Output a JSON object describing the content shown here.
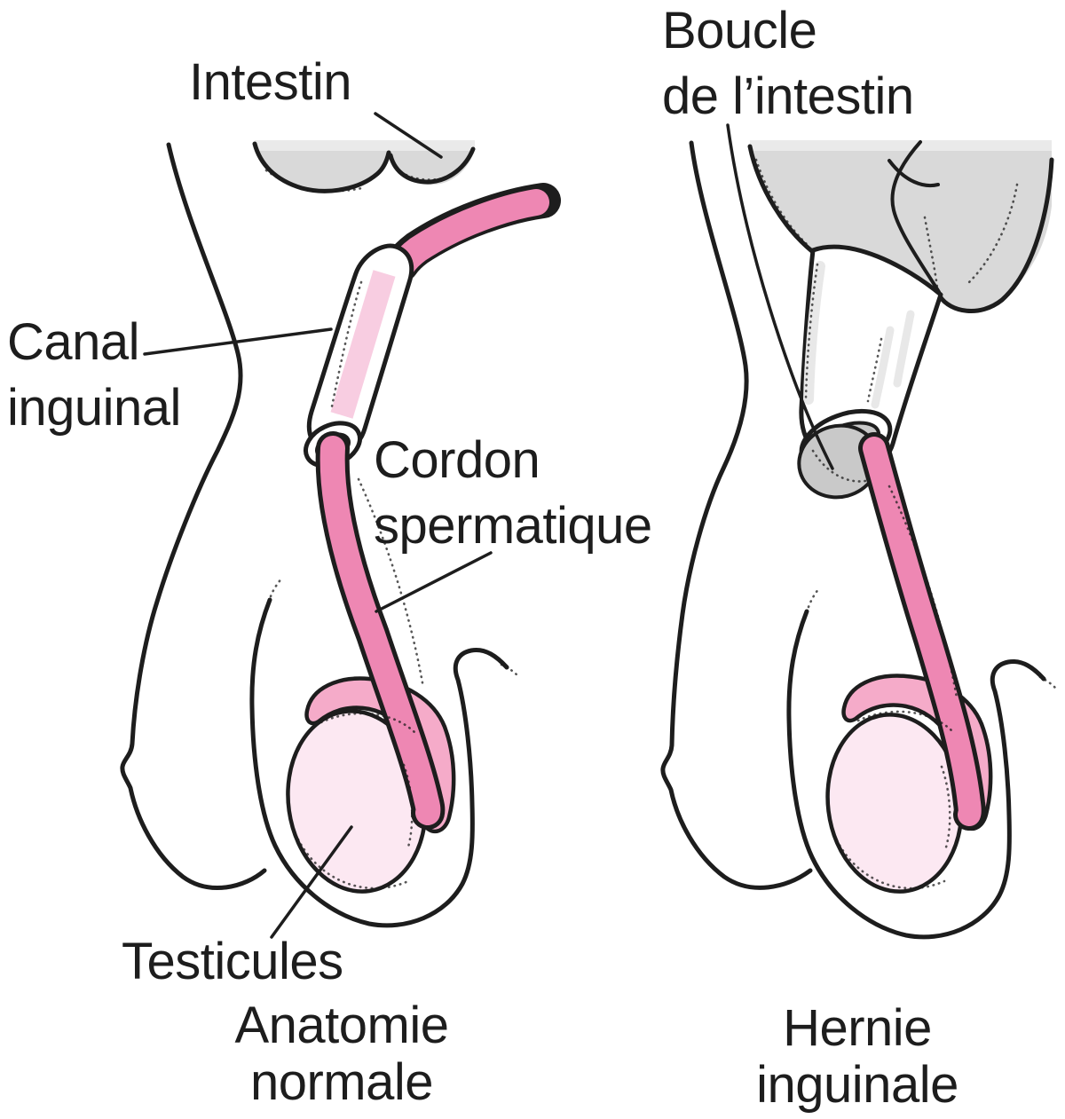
{
  "diagram": {
    "left_figure": {
      "caption": "Anatomie\nnormale",
      "labels": {
        "intestin": "Intestin",
        "canal": "Canal\ninguinal",
        "cordon": "Cordon\nspermatique",
        "testicules": "Testicules"
      }
    },
    "right_figure": {
      "caption": "Hernie\ninguinale",
      "labels": {
        "boucle": "Boucle\nde l’intestin"
      }
    }
  },
  "colors": {
    "ink": "#1d1d1d",
    "gray": "#d9d9d9",
    "grayLight": "#eaeaea",
    "grayMid": "#c9c9c9",
    "cord": "#ee87b3",
    "pinkLight": "#f8cde1",
    "epi": "#f5abc9",
    "pinkPale": "#fce8f2",
    "bg": "#ffffff"
  }
}
